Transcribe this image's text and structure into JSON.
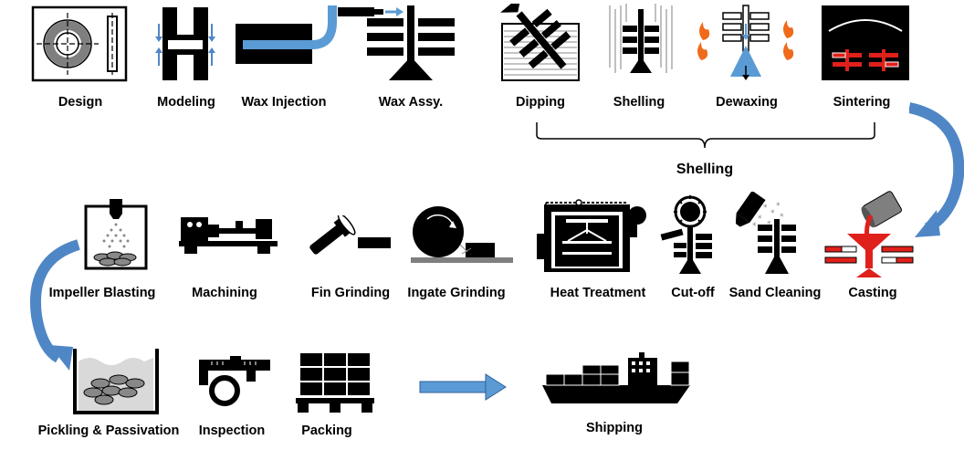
{
  "steps": {
    "design": "Design",
    "modeling": "Modeling",
    "wax_injection": "Wax Injection",
    "wax_assy": "Wax Assy.",
    "dipping": "Dipping",
    "shelling": "Shelling",
    "dewaxing": "Dewaxing",
    "sintering": "Sintering",
    "casting": "Casting",
    "sand_cleaning": "Sand Cleaning",
    "cut_off": "Cut-off",
    "heat_treatment": "Heat Treatment",
    "ingate_grinding": "Ingate Grinding",
    "fin_grinding": "Fin Grinding",
    "machining": "Machining",
    "impeller_blasting": "Impeller Blasting",
    "pickling_passivation": "Pickling & Passivation",
    "inspection": "Inspection",
    "packing": "Packing",
    "shipping": "Shipping"
  },
  "group": {
    "shelling_label": "Shelling"
  },
  "colors": {
    "arrow_blue": "#4f86c6",
    "accent_red": "#e0201b",
    "flame_orange": "#f06a1c",
    "wax_blue": "#5b9bd5"
  }
}
